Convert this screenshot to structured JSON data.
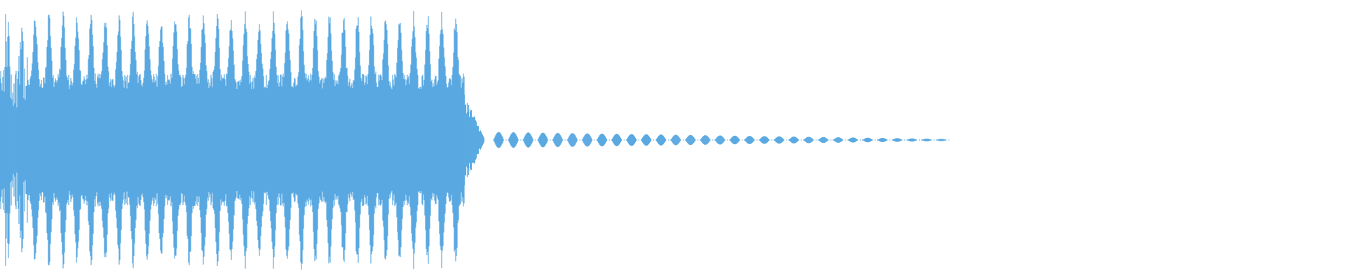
{
  "waveform": {
    "color": "#5aa9e1",
    "background": "#ffffff",
    "segments": [
      {
        "kind": "dense",
        "start": 0.0,
        "end": 0.345,
        "peak": 0.98
      },
      {
        "kind": "decay",
        "start": 0.345,
        "end": 0.36,
        "peak": 0.35
      },
      {
        "kind": "pulses",
        "start": 0.365,
        "end": 0.705,
        "peak": 0.06,
        "count": 31
      }
    ],
    "pulses_fade": true
  }
}
